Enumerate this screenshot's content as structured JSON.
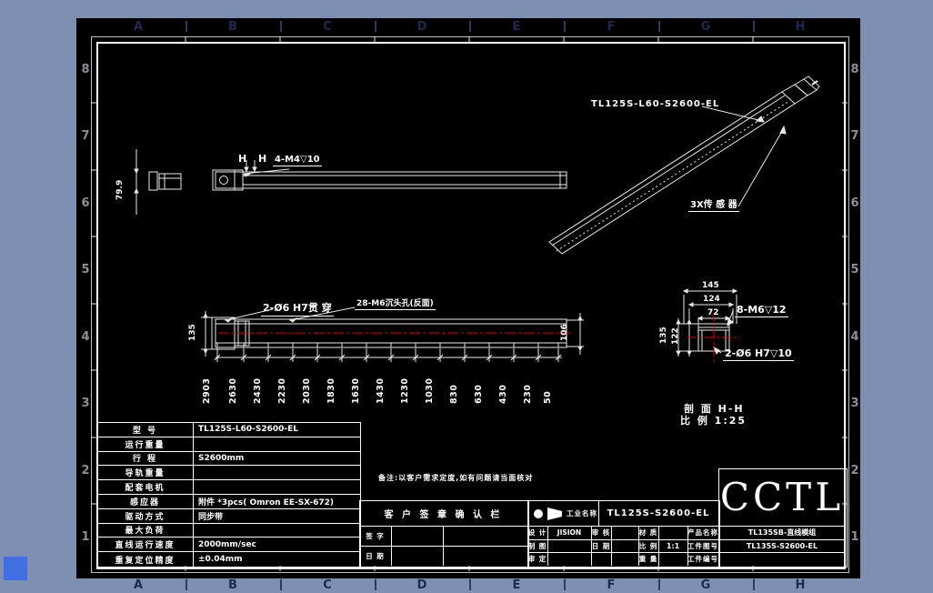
{
  "sheet": {
    "zone_letters": [
      "A",
      "B",
      "C",
      "D",
      "E",
      "F",
      "G",
      "H"
    ],
    "zone_numbers": [
      "8",
      "7",
      "6",
      "5",
      "4",
      "3",
      "2",
      "1"
    ]
  },
  "colors": {
    "background": "#7d90b2",
    "paper": "#000000",
    "linework": "#ffffff",
    "centerline_red": "#d40000",
    "corner_button_blue": "#3f6fe0",
    "zone_letter_navy": "#1d2b52"
  },
  "top_view": {
    "side_dim": "79.9",
    "section_mark_left": "H",
    "section_mark_right": "H",
    "section_arrows": "↓↓",
    "hole_callout": "4-M4▽10"
  },
  "iso_view": {
    "part_label": "TL125S-L60-S2600-EL",
    "sensor_label": "3X传 感 器"
  },
  "plan_view": {
    "hole_callout_1": "2-Ø6 H7贯 穿",
    "hole_callout_2": "28-M6沉头孔(反面)",
    "left_dim": "135",
    "right_dim": "106",
    "chain_dims": [
      "2903",
      "2630",
      "2430",
      "2230",
      "2030",
      "1830",
      "1630",
      "1430",
      "1230",
      "1030",
      "830",
      "630",
      "430",
      "230",
      "50"
    ]
  },
  "section_view": {
    "dim_w1": "145",
    "dim_w2": "124",
    "dim_w3": "72",
    "callout_top": "8-M6▽12",
    "dim_h1": "135",
    "dim_h2": "122",
    "callout_bottom": "2-Ø6 H7▽10",
    "caption_line1": "剖 面 H-H",
    "caption_line2": "比 例 1:25"
  },
  "notes": "备注:以客户需求定度,如有问题请当面核对",
  "spec_table": {
    "rows": [
      {
        "label": "型 号",
        "value": "TL125S-L60-S2600-EL"
      },
      {
        "label": "运行重量",
        "value": ""
      },
      {
        "label": "行 程",
        "value": "S2600mm"
      },
      {
        "label": "导轨重量",
        "value": ""
      },
      {
        "label": "配套电机",
        "value": ""
      },
      {
        "label": "感应器",
        "value": "附件 *3pcs( Omron EE-SX-672)"
      },
      {
        "label": "驱动方式",
        "value": "同步带"
      },
      {
        "label": "最大负荷",
        "value": ""
      },
      {
        "label": "直线运行速度",
        "value": "2000mm/sec"
      },
      {
        "label": "重复定位精度",
        "value": "±0.04mm"
      }
    ]
  },
  "sign_block": {
    "title": "客 户 签 章 确 认 栏",
    "row1_label": "签 字",
    "row2_label": "日 期"
  },
  "title_block": {
    "projection_label": "工业名称",
    "part_number": "TL125S-S2600-EL",
    "design_label": "设 计",
    "design_value": "JISION",
    "check_label": "审 核",
    "check_value": "",
    "material_label": "材 质",
    "material_value": "",
    "draft_label": "制 图",
    "draft_value": "",
    "date_label": "日 期",
    "date_value": "",
    "scale_label": "比 例",
    "scale_value": "1:1",
    "approve_label": "审 定",
    "approve_value": "",
    "weight_label": "重 量",
    "weight_value": "",
    "product_name_label": "产品名称",
    "product_name": "TL135SB-直线模组",
    "drawing_no_label": "工件图号",
    "drawing_no": "TL135S-S2600-EL",
    "part_no_label": "工件编号",
    "part_no": "",
    "company": "CCTL"
  }
}
